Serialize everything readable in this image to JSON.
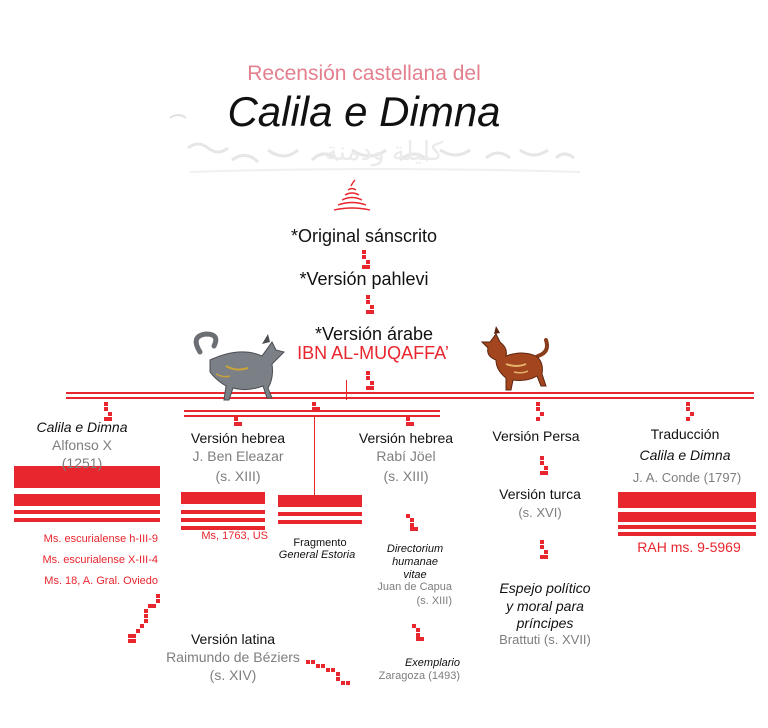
{
  "header": {
    "subtitle": "Recensión castellana del",
    "title": "Calila e Dimna",
    "arabic_text": "كليلة ودمنة"
  },
  "trunk": {
    "sanskrit": "*Original sánscrito",
    "pahlevi": "*Versión pahlevi",
    "arabic": "*Versión árabe",
    "translator": "IBN AL-MUQAFFA’"
  },
  "branch_alfonso": {
    "title": "Calila e Dimna",
    "author": "Alfonso X",
    "date": "(1251)",
    "manuscripts": [
      "Ms. escurialense h-III-9",
      "Ms. escurialense X-III-4",
      "Ms. 18, A. Gral. Oviedo"
    ]
  },
  "branch_latina": {
    "title": "Versión latina",
    "author": "Raimundo de Béziers",
    "date": "(s. XIV)"
  },
  "branch_hebrea1": {
    "title": "Versión hebrea",
    "author": "J. Ben Eleazar",
    "date": "(s. XIII)",
    "manuscript": "Ms, 1763, US",
    "fragment_line1": "Fragmento",
    "fragment_line2": "General Estoria"
  },
  "branch_hebrea2": {
    "title": "Versión hebrea",
    "author": "Rabí Jöel",
    "date": "(s. XIII)",
    "directorium_1": "Directorium",
    "directorium_2": "humanae",
    "directorium_3": "vitae",
    "directorium_author": "Juan de Capua",
    "directorium_date": "(s. XIII)",
    "exemplario": "Exemplario",
    "exemplario_place": "Zaragoza (1493)"
  },
  "branch_persa": {
    "title": "Versión Persa",
    "turca": "Versión turca",
    "turca_date": "(s. XVI)",
    "espejo_1": "Espejo político",
    "espejo_2": "y moral para",
    "espejo_3": "príncipes",
    "espejo_author": "Brattuti (s. XVII)"
  },
  "branch_conde": {
    "title": "Traducción",
    "subtitle": "Calila e Dimna",
    "author": "J. A. Conde (1797)",
    "manuscript": "RAH ms. 9-5969"
  },
  "colors": {
    "accent_red": "#e8262d",
    "pink": "#e4808e",
    "gray": "#7e7e7e"
  },
  "icons": [
    "ornament-icon",
    "jackal-left-icon",
    "jackal-right-icon"
  ]
}
